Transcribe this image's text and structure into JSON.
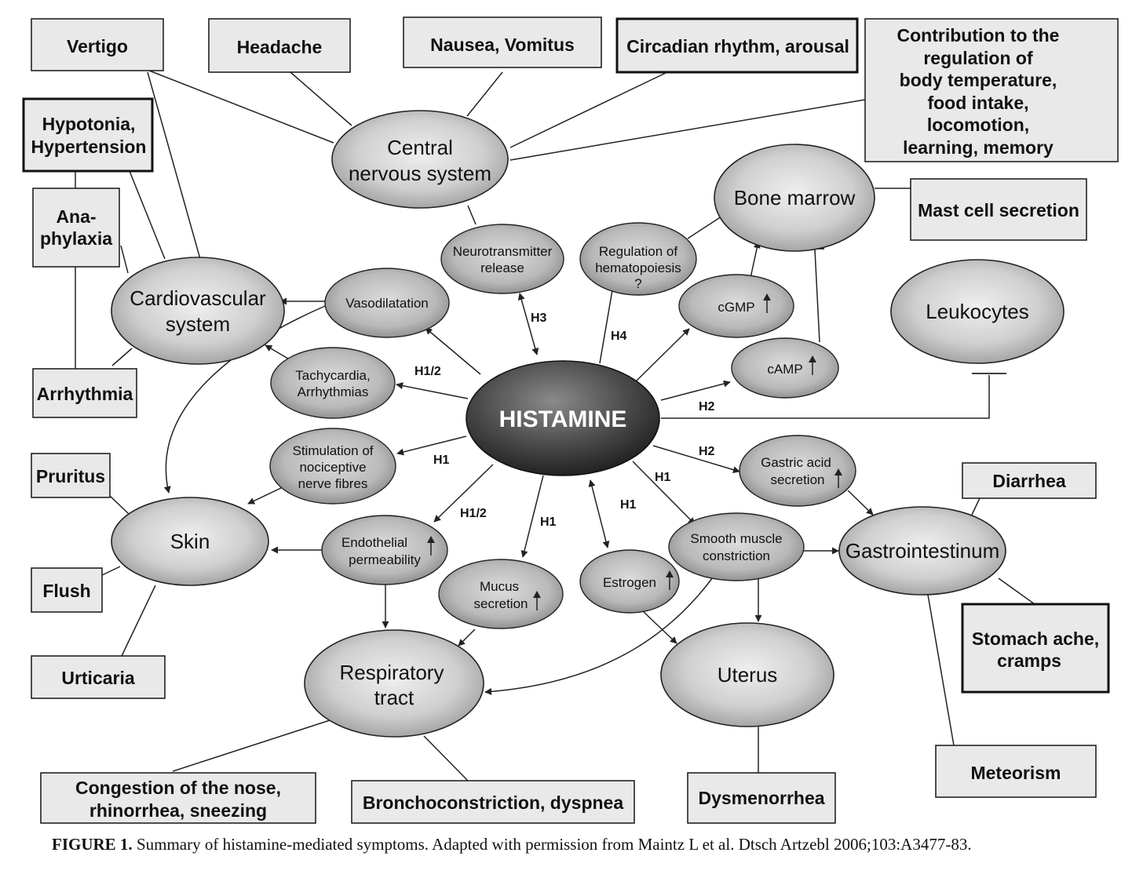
{
  "center": {
    "label": "HISTAMINE"
  },
  "organs": {
    "cns": [
      "Central",
      "nervous system"
    ],
    "cardio": [
      "Cardiovascular",
      "system"
    ],
    "skin": [
      "Skin"
    ],
    "resp": [
      "Respiratory",
      "tract"
    ],
    "uterus": [
      "Uterus"
    ],
    "gi": [
      "Gastrointestinum"
    ],
    "bone_marrow": [
      "Bone marrow"
    ],
    "leukocytes": [
      "Leukocytes"
    ]
  },
  "mediators": {
    "neurotransmitter": [
      "Neurotransmitter",
      "release"
    ],
    "hematopoiesis": [
      "Regulation of",
      "hematopoiesis",
      "?"
    ],
    "cgmp": [
      "cGMP"
    ],
    "camp": [
      "cAMP"
    ],
    "vasodilatation": [
      "Vasodilatation"
    ],
    "tachycardia": [
      "Tachycardia,",
      "Arrhythmias"
    ],
    "nociceptive": [
      "Stimulation of",
      "nociceptive",
      "nerve fibres"
    ],
    "endothelial": [
      "Endothelial",
      "permeability"
    ],
    "mucus": [
      "Mucus",
      "secretion"
    ],
    "estrogen": [
      "Estrogen"
    ],
    "smooth_muscle": [
      "Smooth muscle",
      "constriction"
    ],
    "gastric": [
      "Gastric acid",
      "secretion"
    ]
  },
  "symptoms": {
    "vertigo": [
      "Vertigo"
    ],
    "headache": [
      "Headache"
    ],
    "nausea": [
      "Nausea, Vomitus"
    ],
    "circadian": [
      "Circadian rhythm, arousal"
    ],
    "contribution": [
      "Contribution to the",
      "regulation of",
      "body temperature,",
      "food intake,",
      "locomotion,",
      "learning, memory"
    ],
    "hypotonia": [
      "Hypotonia,",
      "Hypertension"
    ],
    "anaphylaxia": [
      "Ana-",
      "phylaxia"
    ],
    "arrhythmia": [
      "Arrhythmia"
    ],
    "mast_cell": [
      "Mast cell secretion"
    ],
    "pruritus": [
      "Pruritus"
    ],
    "flush": [
      "Flush"
    ],
    "urticaria": [
      "Urticaria"
    ],
    "diarrhea": [
      "Diarrhea"
    ],
    "stomach": [
      "Stomach ache,",
      "cramps"
    ],
    "meteorism": [
      "Meteorism"
    ],
    "congestion": [
      "Congestion of the nose,",
      "rhinorrhea, sneezing"
    ],
    "broncho": [
      "Bronchoconstriction, dyspnea"
    ],
    "dysmenorrhea": [
      "Dysmenorrhea"
    ]
  },
  "receptor_labels": {
    "h3": "H3",
    "h4": "H4",
    "h2_leuko": "H2",
    "h2_gastric": "H2",
    "h1_2_tachy": "H1/2",
    "h1_noci": "H1",
    "h1_2_endo": "H1/2",
    "h1_mucus": "H1",
    "h1_smooth": "H1",
    "h1_estrogen": "H1"
  },
  "caption": {
    "label": "FIGURE 1.",
    "text": " Summary of histamine-mediated symptoms. Adapted with permission from Maintz L et al. Dtsch Artzebl 2006;103:A3477-83."
  }
}
